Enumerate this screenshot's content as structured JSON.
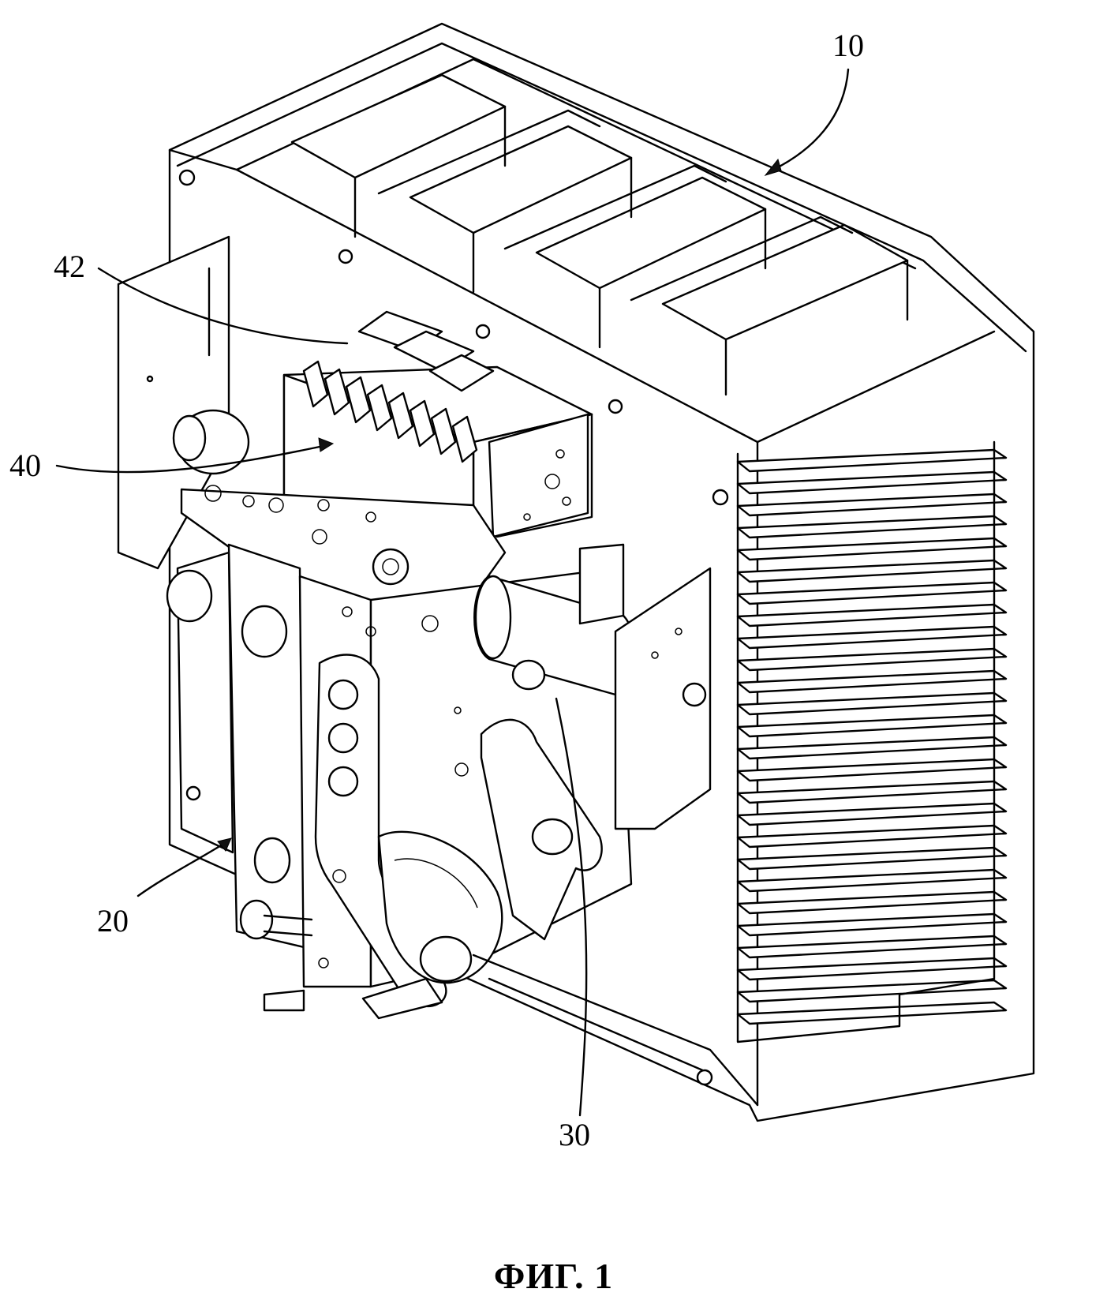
{
  "figure": {
    "caption": "ФИГ. 1",
    "labels": {
      "ref_10": "10",
      "ref_20": "20",
      "ref_30": "30",
      "ref_40": "40",
      "ref_42": "42"
    }
  }
}
